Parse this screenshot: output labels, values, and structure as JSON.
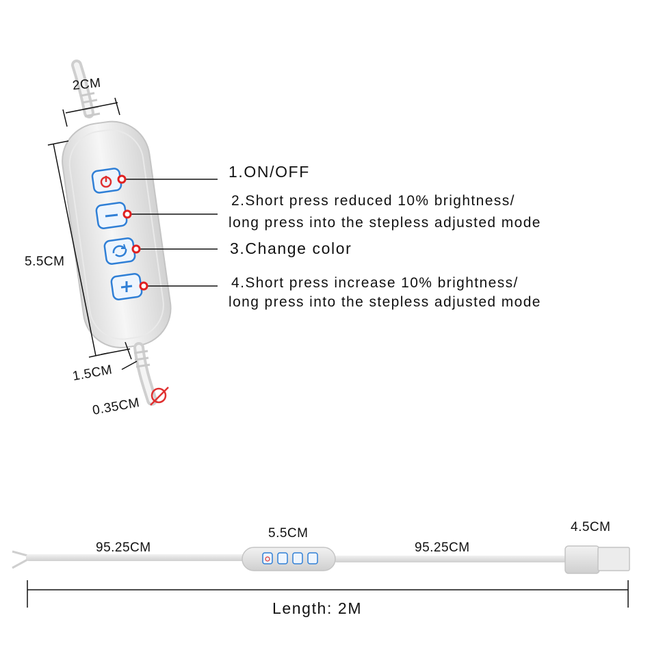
{
  "dimensions": {
    "width": "2CM",
    "height": "5.5CM",
    "cable_gauge": "1.5CM",
    "wire_diameter": "0.35CM",
    "left_cable": "95.25CM",
    "switch_length": "5.5CM",
    "right_cable": "95.25CM",
    "plug": "4.5CM",
    "total": "Length: 2M"
  },
  "callouts": [
    {
      "lines": [
        "1.ON/OFF"
      ]
    },
    {
      "lines": [
        "2.Short press reduced 10% brightness/",
        "long press into the stepless adjusted mode"
      ]
    },
    {
      "lines": [
        "3.Change color"
      ]
    },
    {
      "lines": [
        "4.Short press increase 10% brightness/",
        "long press into the stepless adjusted mode"
      ]
    }
  ],
  "buttons": [
    {
      "icon": "power-icon",
      "color": "#e03030"
    },
    {
      "icon": "minus-icon",
      "color": "#2f7fd6"
    },
    {
      "icon": "cycle-icon",
      "color": "#2f7fd6"
    },
    {
      "icon": "plus-icon",
      "color": "#2f7fd6"
    }
  ],
  "colors": {
    "callout_dot": "#e02020",
    "button_blue": "#2f7fd6",
    "power_red": "#e03030"
  }
}
